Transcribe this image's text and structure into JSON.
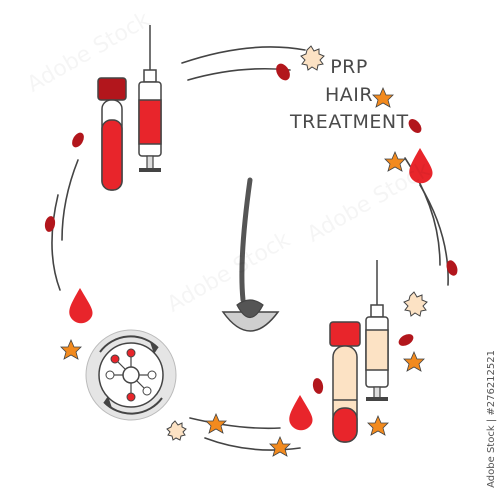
{
  "title": {
    "line1": "PRP",
    "line2": "HAIR",
    "line3": "TREATMENT"
  },
  "stock_id": "Adobe Stock | #276212521",
  "watermark": "Adobe Stock",
  "colors": {
    "red": "#e8252b",
    "dark_red": "#b2161c",
    "outline": "#444444",
    "light_gray": "#d9d9d9",
    "orange_star": "#f28a1e",
    "peach": "#fce2c4",
    "hair": "#555555"
  },
  "icons": [
    "blood-tube-icon",
    "syringe-icon",
    "hair-follicle-icon",
    "blood-drop-icon",
    "centrifuge-cycle-icon",
    "platelet-star-icon",
    "cell-icon",
    "plasma-tube-icon"
  ]
}
